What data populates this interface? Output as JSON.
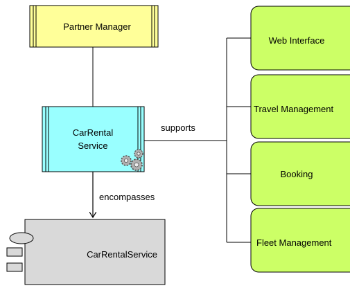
{
  "diagram": {
    "partner_manager": {
      "label": "Partner Manager",
      "fill": "#ffff99"
    },
    "carrental_service": {
      "label_line1": "CarRental",
      "label_line2": "Service",
      "fill": "#99ffff"
    },
    "carrental_component": {
      "label": "CarRentalService",
      "fill": "#d9d9d9"
    },
    "edges": {
      "supports": "supports",
      "encompasses": "encompasses"
    },
    "functions": [
      {
        "label": "Web Interface"
      },
      {
        "label": "Travel Management"
      },
      {
        "label": "Booking"
      },
      {
        "label": "Fleet Management"
      }
    ],
    "function_fill": "#ccff66",
    "line_color": "#000000"
  }
}
